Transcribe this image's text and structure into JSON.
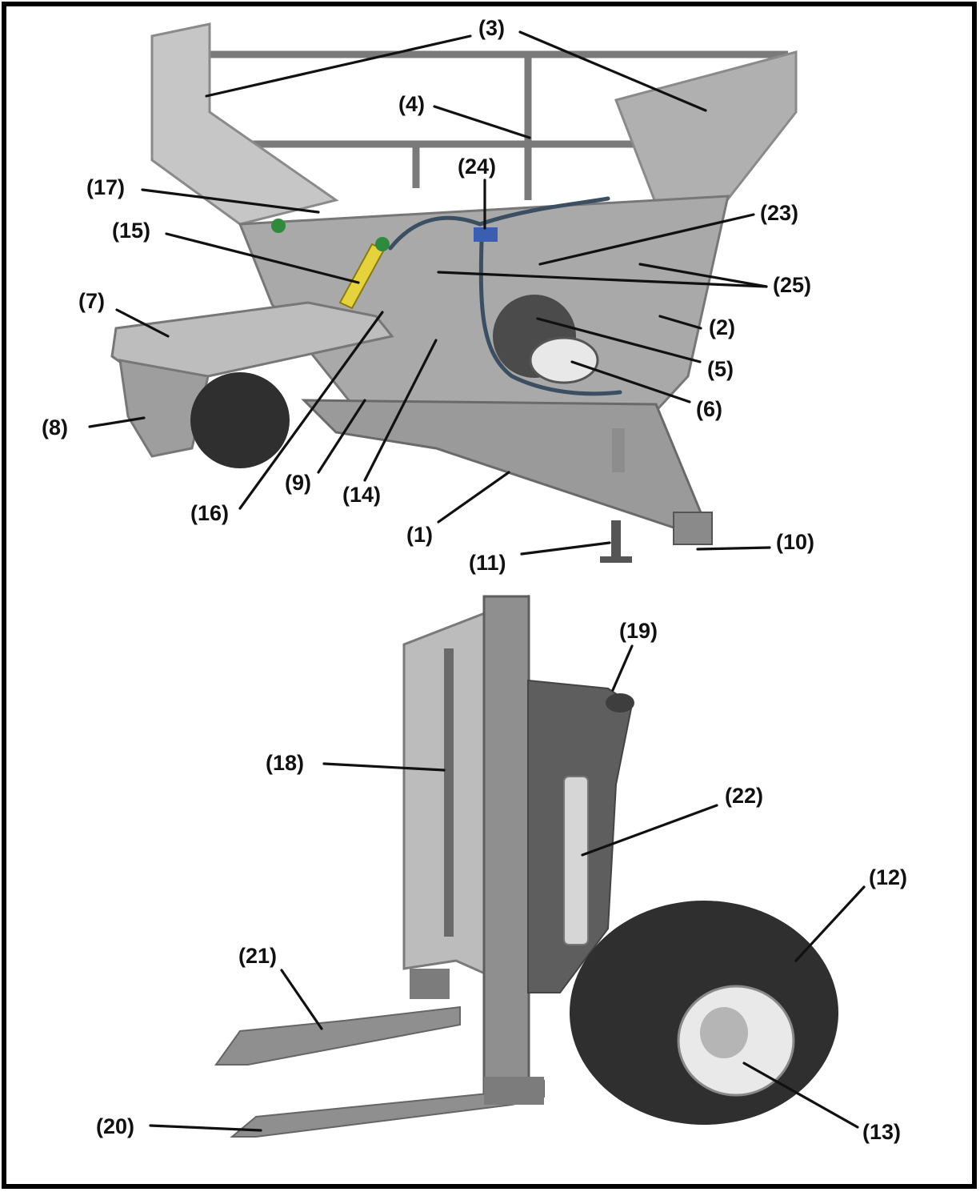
{
  "callouts": [
    {
      "id": "1",
      "label": "(1)"
    },
    {
      "id": "2",
      "label": "(2)"
    },
    {
      "id": "3",
      "label": "(3)"
    },
    {
      "id": "4",
      "label": "(4)"
    },
    {
      "id": "5",
      "label": "(5)"
    },
    {
      "id": "6",
      "label": "(6)"
    },
    {
      "id": "7",
      "label": "(7)"
    },
    {
      "id": "8",
      "label": "(8)"
    },
    {
      "id": "9",
      "label": "(9)"
    },
    {
      "id": "10",
      "label": "(10)"
    },
    {
      "id": "11",
      "label": "(11)"
    },
    {
      "id": "12",
      "label": "(12)"
    },
    {
      "id": "13",
      "label": "(13)"
    },
    {
      "id": "14",
      "label": "(14)"
    },
    {
      "id": "15",
      "label": "(15)"
    },
    {
      "id": "16",
      "label": "(16)"
    },
    {
      "id": "17",
      "label": "(17)"
    },
    {
      "id": "18",
      "label": "(18)"
    },
    {
      "id": "19",
      "label": "(19)"
    },
    {
      "id": "20",
      "label": "(20)"
    },
    {
      "id": "21",
      "label": "(21)"
    },
    {
      "id": "22",
      "label": "(22)"
    },
    {
      "id": "23",
      "label": "(23)"
    },
    {
      "id": "24",
      "label": "(24)"
    },
    {
      "id": "25",
      "label": "(25)"
    }
  ],
  "colors": {
    "border": "#000000",
    "metal_light": "#c9c9c9",
    "metal_mid": "#a3a3a3",
    "metal_dark": "#6e6e6e",
    "tire": "#2f2f2f",
    "hose": "#3c4e62",
    "cylinder": "#e6d23c",
    "valve_green": "#2f8a3e",
    "valve_blue": "#3a5fb0"
  }
}
